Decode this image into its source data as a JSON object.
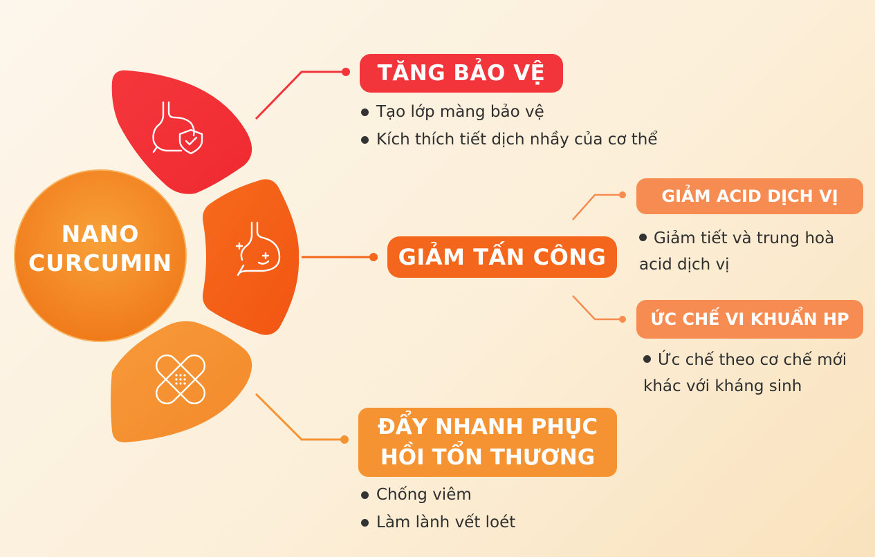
{
  "core": {
    "line1": "NANO",
    "line2": "CURCUMIN"
  },
  "branches": {
    "protect": {
      "title": "TĂNG BẢO VỆ",
      "icon": "stomach-shield-icon",
      "bullets": [
        "Tạo lớp màng bảo vệ",
        "Kích thích tiết dịch nhầy của cơ thể"
      ]
    },
    "attack": {
      "title": "GIẢM TẤN CÔNG",
      "icon": "stomach-plus-icon",
      "sub": [
        {
          "title": "GIẢM ACID DỊCH VỊ",
          "text_line1": "Giảm tiết và trung hoà",
          "text_line2": "acid dịch vị"
        },
        {
          "title": "ỨC CHẾ VI KHUẨN HP",
          "text_line1": "Ức chế theo cơ chế mới",
          "text_line2": "khác với kháng sinh"
        }
      ]
    },
    "heal": {
      "title_line1": "ĐẨY NHANH PHỤC",
      "title_line2": "HỒI TỔN THƯƠNG",
      "icon": "bandage-icon",
      "bullets": [
        "Chống viêm",
        "Làm lành vết loét"
      ]
    }
  },
  "colors": {
    "red": "#f2353a",
    "orange": "#f4661c",
    "light_orange": "#f68c52",
    "amber": "#f59232"
  }
}
